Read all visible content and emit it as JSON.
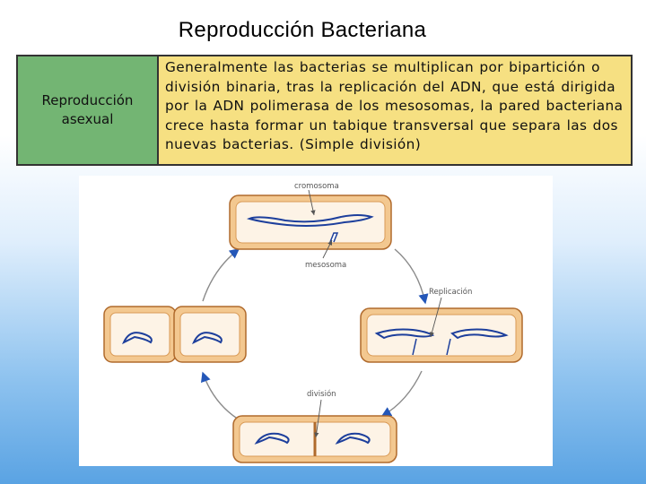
{
  "title": "Reproducción Bacteriana",
  "table": {
    "left": "Reproducción asexual",
    "right": "Generalmente las bacterias se multiplican por bipartición o división binaria, tras la replicación del ADN, que está dirigida por la ADN polimerasa de los mesosomas, la pared bacteriana crece hasta formar un tabique transversal que separa las dos nuevas bacterias. (Simple división)"
  },
  "diagram": {
    "labels": {
      "cromosoma": "cromosoma",
      "mesosoma": "mesosoma",
      "replicacion": "Replicación",
      "division": "división"
    },
    "colors": {
      "cell_fill": "#f3c890",
      "cell_border": "#b06a2c",
      "cytoplasm": "#fdf3e6",
      "dna": "#1d3f9c",
      "cycle_arrow": "#8a8a8a",
      "arrowhead": "#2457b8"
    }
  }
}
